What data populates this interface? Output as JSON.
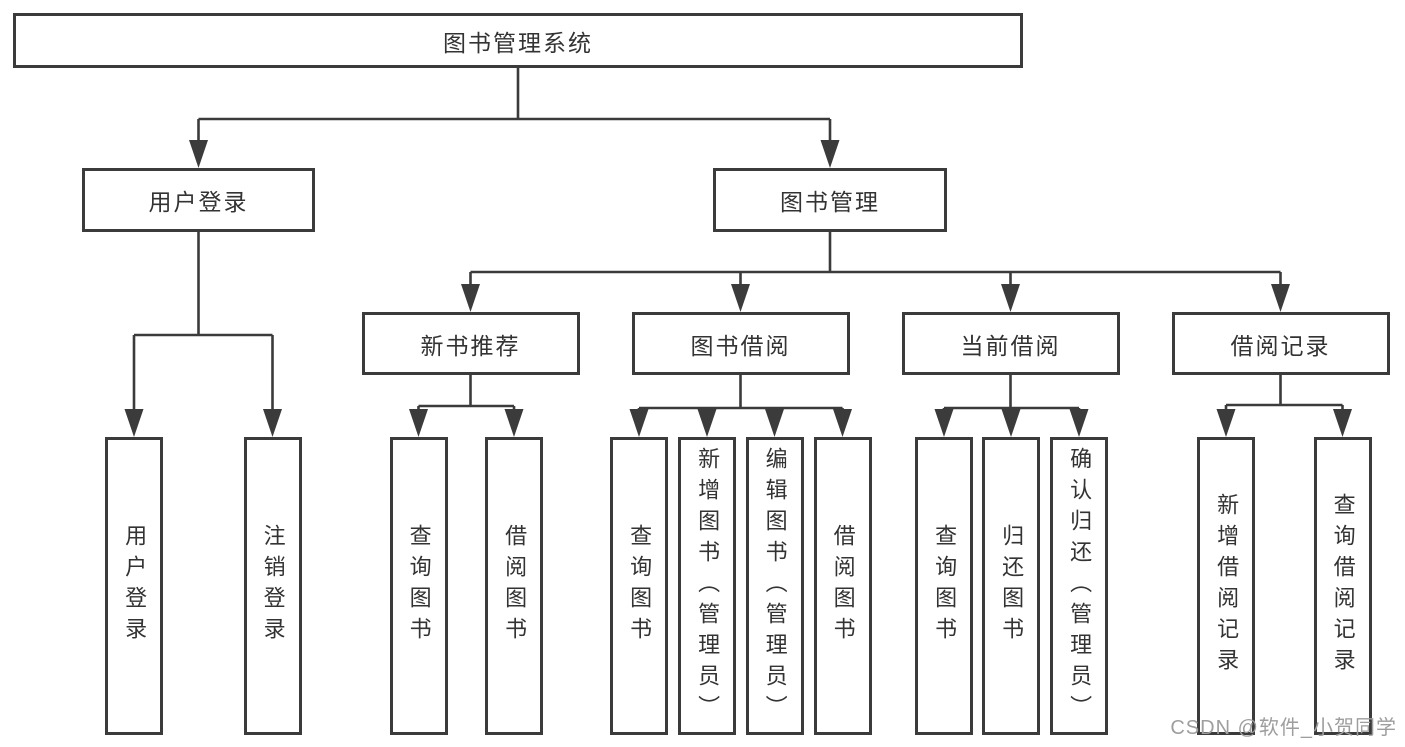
{
  "diagram": {
    "root": {
      "label": "图书管理系统"
    },
    "branches": [
      {
        "label": "用户登录",
        "children": [
          {
            "label": "用户登录"
          },
          {
            "label": "注销登录"
          }
        ]
      },
      {
        "label": "图书管理",
        "children": [
          {
            "label": "新书推荐",
            "children": [
              {
                "label": "查询图书"
              },
              {
                "label": "借阅图书"
              }
            ]
          },
          {
            "label": "图书借阅",
            "children": [
              {
                "label": "查询图书"
              },
              {
                "label": "新增图书（管理员）"
              },
              {
                "label": "编辑图书（管理员）"
              },
              {
                "label": "借阅图书"
              }
            ]
          },
          {
            "label": "当前借阅",
            "children": [
              {
                "label": "查询图书"
              },
              {
                "label": "归还图书"
              },
              {
                "label": "确认归还（管理员）"
              }
            ]
          },
          {
            "label": "借阅记录",
            "children": [
              {
                "label": "新增借阅记录"
              },
              {
                "label": "查询借阅记录"
              }
            ]
          }
        ]
      }
    ]
  },
  "watermark": {
    "text": "CSDN @软件_小贺同学"
  },
  "colors": {
    "line": "#3b3b3b",
    "box_border": "#3b3b3b",
    "text": "#333333",
    "box_background": "#ffffff",
    "watermark": "#9e9e9e",
    "page_background": "#ffffff"
  }
}
